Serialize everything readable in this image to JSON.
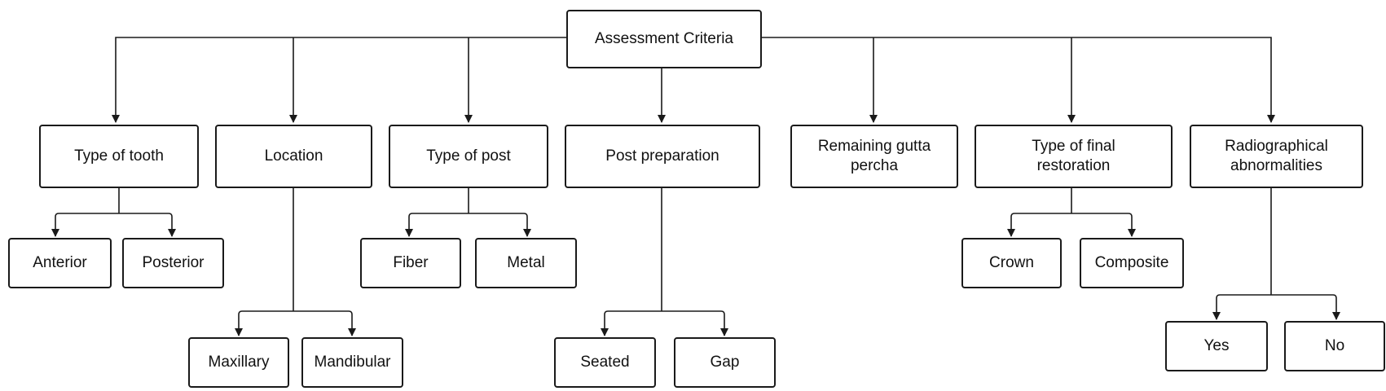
{
  "root": "Assessment Criteria",
  "categories": [
    {
      "label": "Type of tooth",
      "options": [
        "Anterior",
        "Posterior"
      ]
    },
    {
      "label": "Location",
      "options": [
        "Maxillary",
        "Mandibular"
      ]
    },
    {
      "label": "Type of post",
      "options": [
        "Fiber",
        "Metal"
      ]
    },
    {
      "label": "Post preparation",
      "options": [
        "Seated",
        "Gap"
      ]
    },
    {
      "label": "Remaining gutta percha",
      "options": []
    },
    {
      "label": "Type of final restoration",
      "options": [
        "Crown",
        "Composite"
      ]
    },
    {
      "label": "Radiographical abnormalities",
      "options": [
        "Yes",
        "No"
      ]
    }
  ],
  "colors": {
    "line": "#1a1a1a",
    "box_border": "#1a1a1a",
    "text": "#111111"
  }
}
